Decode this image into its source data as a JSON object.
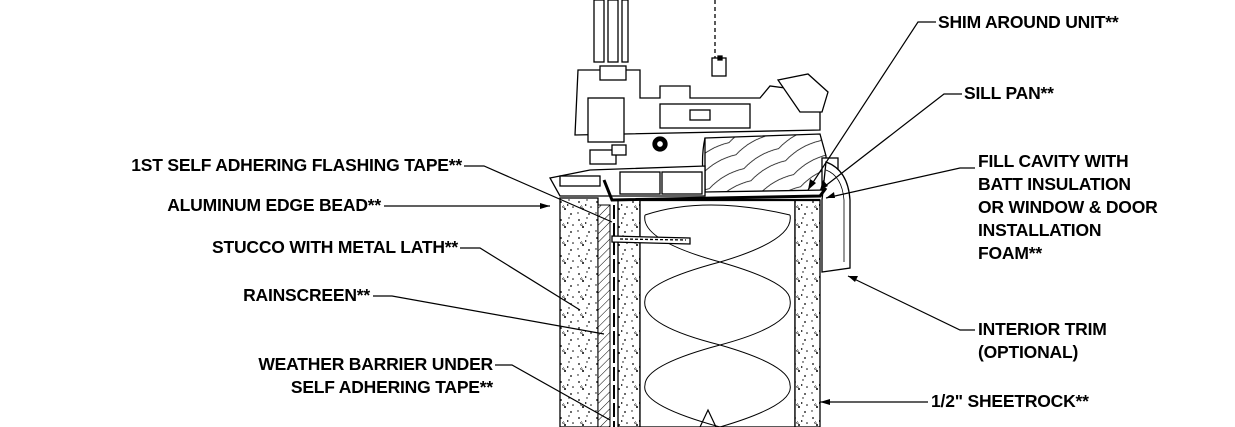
{
  "labels": {
    "shim_around_unit": "SHIM AROUND UNIT**",
    "sill_pan": "SILL PAN**",
    "fill_cavity": [
      "FILL CAVITY WITH",
      "BATT INSULATION",
      "OR WINDOW & DOOR",
      "INSTALLATION",
      "FOAM**"
    ],
    "first_flashing_tape": "1ST SELF ADHERING FLASHING TAPE**",
    "aluminum_edge_bead": "ALUMINUM EDGE BEAD**",
    "stucco_metal_lath": "STUCCO WITH METAL LATH**",
    "rainscreen": "RAINSCREEN**",
    "weather_barrier": [
      "WEATHER BARRIER UNDER",
      "SELF ADHERING TAPE**"
    ],
    "interior_trim": [
      "INTERIOR TRIM",
      "(OPTIONAL)"
    ],
    "sheetrock": "1/2\" SHEETROCK**"
  },
  "colors": {
    "ink": "#000000",
    "paper": "#ffffff"
  }
}
